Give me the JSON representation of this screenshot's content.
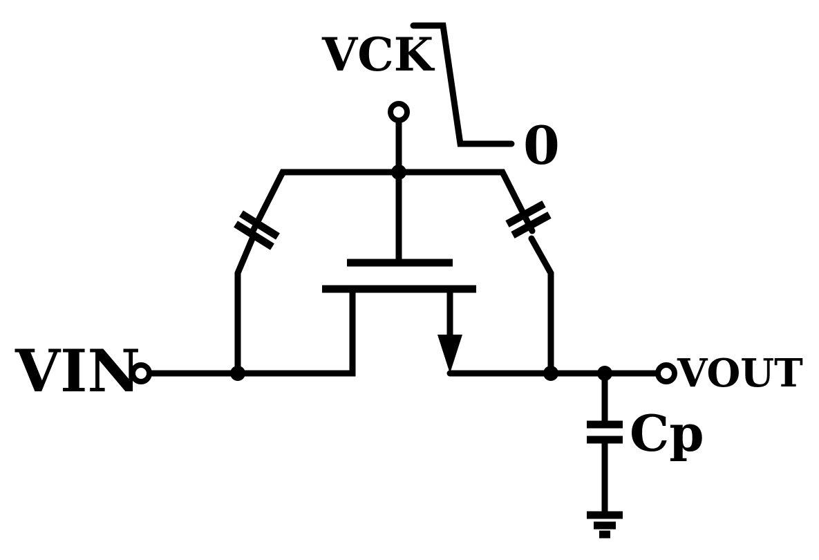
{
  "labels": {
    "vin": "VIN",
    "vout": "VOUT",
    "vck": "VCK",
    "zero": "0",
    "cp": "Cp"
  },
  "colors": {
    "stroke": "#000000",
    "background": "#ffffff"
  },
  "components": {
    "transistor": "n-channel-mosfet",
    "capacitors": [
      "left-coupling-capacitor",
      "right-coupling-capacitor",
      "parasitic-capacitor-cp"
    ],
    "ground": "ground-symbol",
    "clock_waveform": "clock-pulse-icon"
  }
}
